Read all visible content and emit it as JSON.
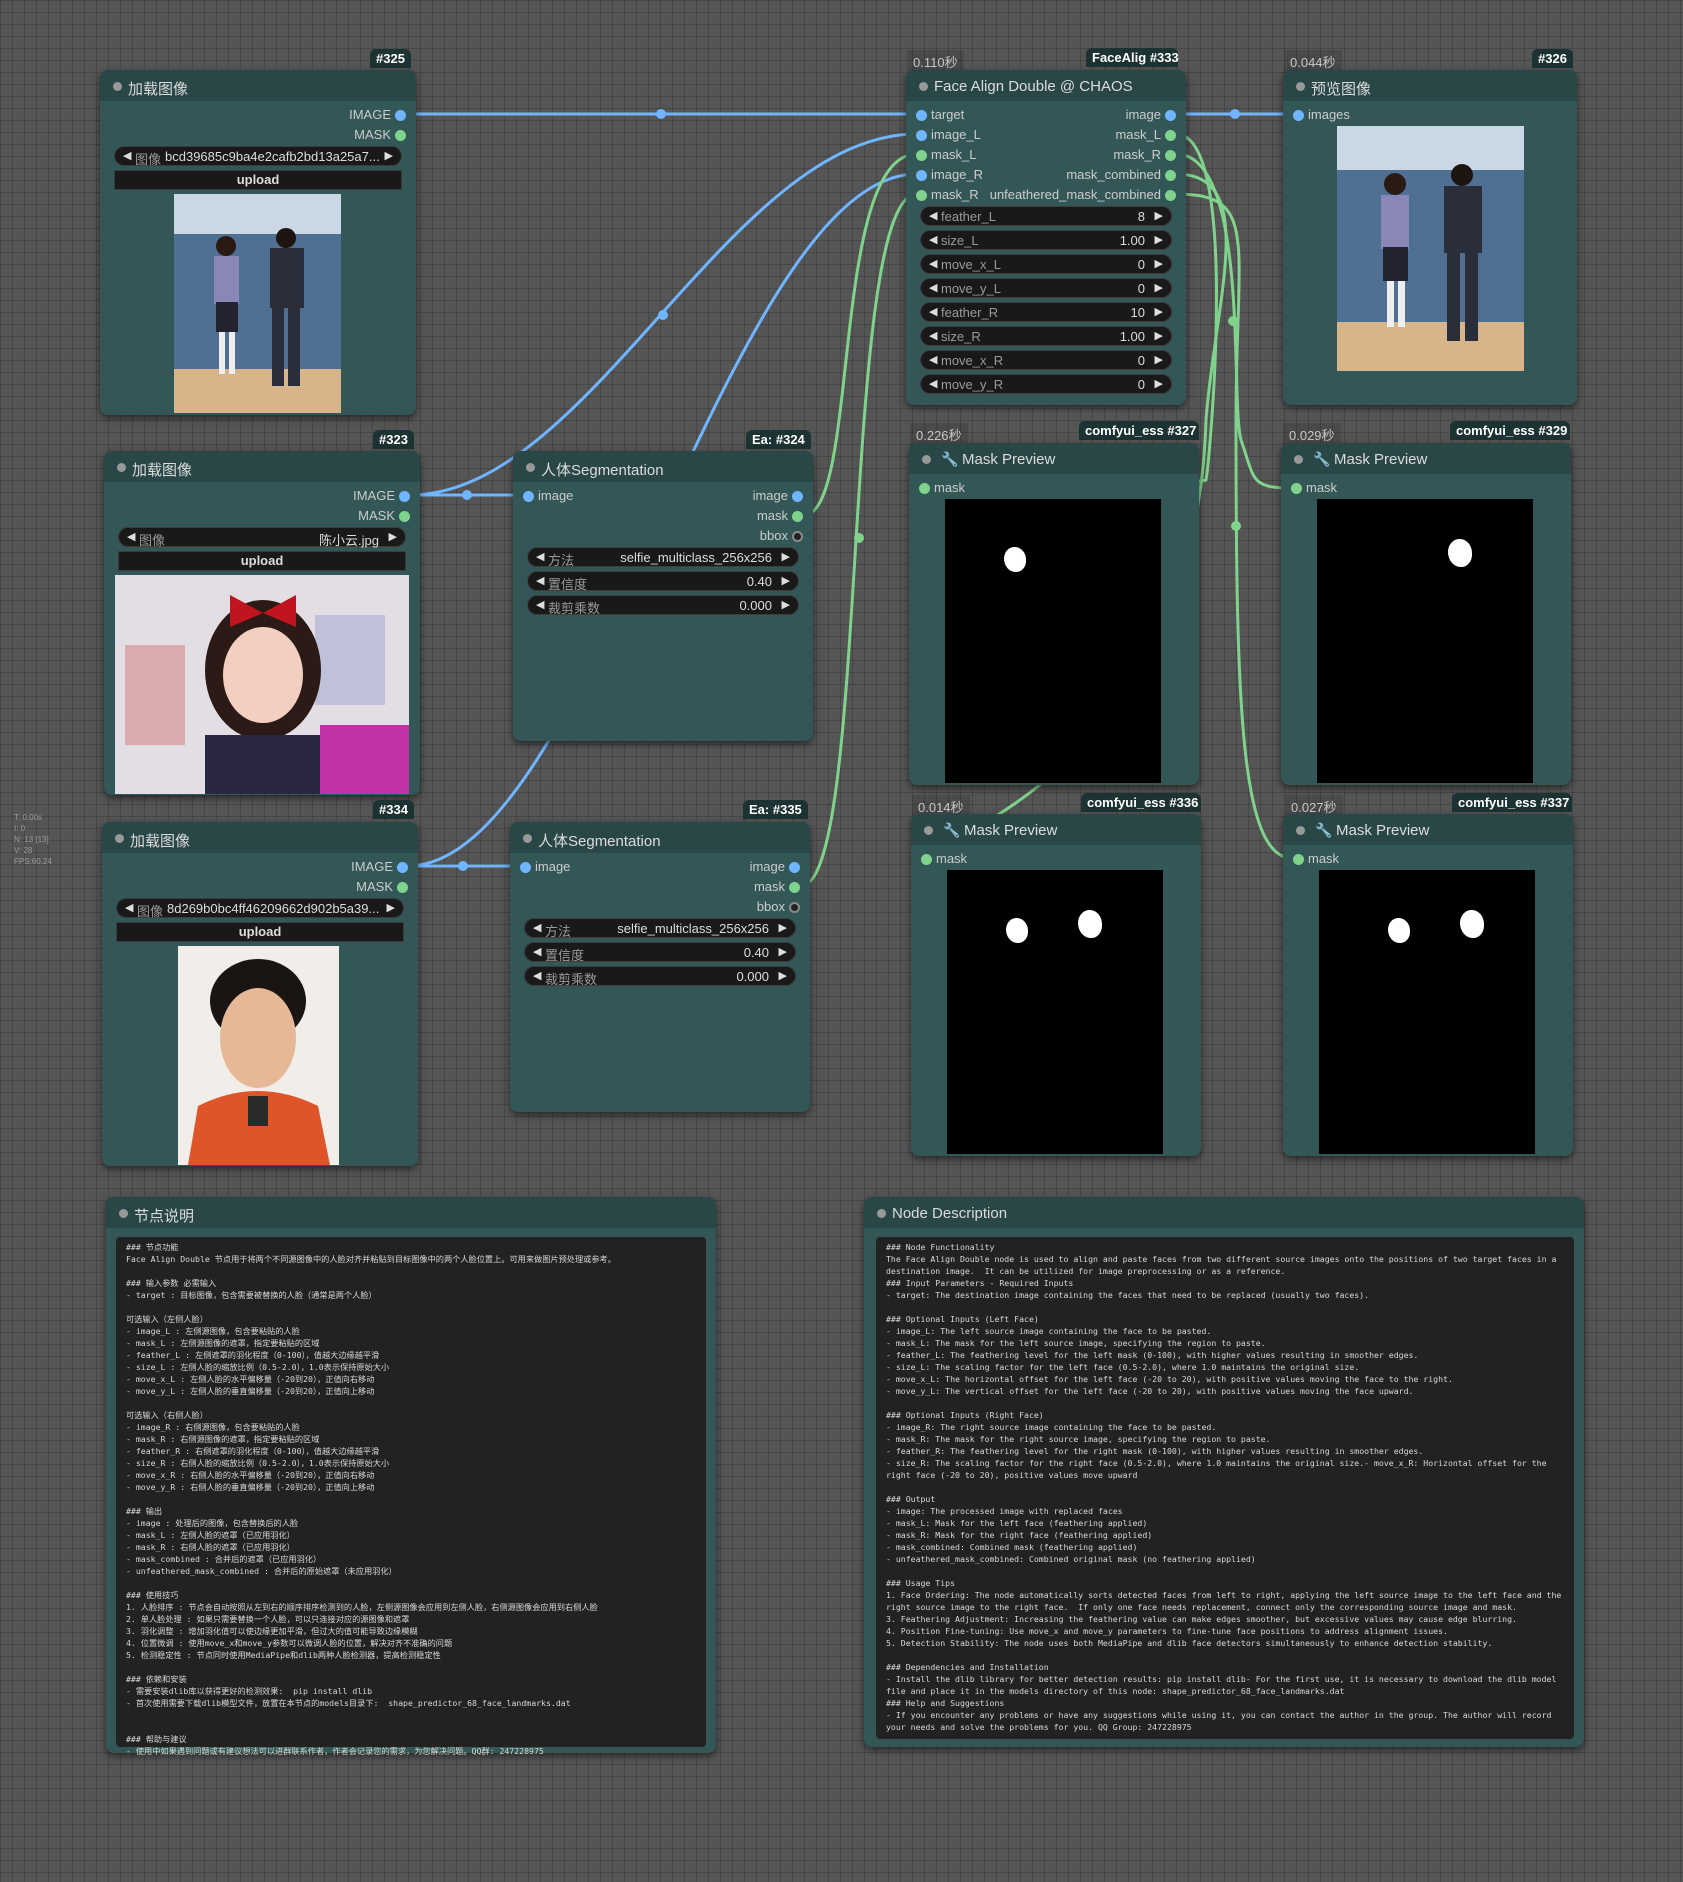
{
  "canvas_stats": [
    "T: 0.00s",
    "I: 0",
    "N: 13 [13]",
    "V: 28",
    "FPS:60.24"
  ],
  "ports": {
    "image_caps": "IMAGE",
    "mask_caps": "MASK",
    "image": "image",
    "mask": "mask",
    "bbox": "bbox",
    "images": "images"
  },
  "upload_label": "upload",
  "load_325": {
    "id": "#325",
    "title": "加载图像",
    "widget_name": "图像",
    "file": "bcd39685c9ba4e2cafb2bd13a25a7..."
  },
  "load_323": {
    "id": "#323",
    "title": "加载图像",
    "widget_name": "图像",
    "file": "陈小云.jpg"
  },
  "load_334": {
    "id": "#334",
    "title": "加载图像",
    "widget_name": "图像",
    "file": "8d269b0bc4ff46209662d902b5a39..."
  },
  "face_align": {
    "id": "#333",
    "time": "0.110秒",
    "tag": "FaceAlig",
    "title": "Face Align Double @ CHAOS",
    "inputs": [
      "target",
      "image_L",
      "mask_L",
      "image_R",
      "mask_R"
    ],
    "outputs": [
      "image",
      "mask_L",
      "mask_R",
      "mask_combined",
      "unfeathered_mask_combined"
    ],
    "params": [
      {
        "name": "feather_L",
        "value": "8"
      },
      {
        "name": "size_L",
        "value": "1.00"
      },
      {
        "name": "move_x_L",
        "value": "0"
      },
      {
        "name": "move_y_L",
        "value": "0"
      },
      {
        "name": "feather_R",
        "value": "10"
      },
      {
        "name": "size_R",
        "value": "1.00"
      },
      {
        "name": "move_x_R",
        "value": "0"
      },
      {
        "name": "move_y_R",
        "value": "0"
      }
    ]
  },
  "preview_326": {
    "id": "#326",
    "time": "0.044秒",
    "title": "预览图像"
  },
  "seg_324": {
    "id": "#324",
    "tag": "Ea:",
    "title": "人体Segmentation",
    "widgets": [
      {
        "name": "方法",
        "value": "selfie_multiclass_256x256"
      },
      {
        "name": "置信度",
        "value": "0.40"
      },
      {
        "name": "裁剪乘数",
        "value": "0.000"
      }
    ]
  },
  "seg_335": {
    "id": "#335",
    "tag": "Ea:",
    "title": "人体Segmentation",
    "widgets": [
      {
        "name": "方法",
        "value": "selfie_multiclass_256x256"
      },
      {
        "name": "置信度",
        "value": "0.40"
      },
      {
        "name": "裁剪乘数",
        "value": "0.000"
      }
    ]
  },
  "mask_327": {
    "id": "#327",
    "time": "0.226秒",
    "tag": "comfyui_ess",
    "title": "Mask Preview"
  },
  "mask_329": {
    "id": "#329",
    "time": "0.029秒",
    "tag": "comfyui_ess",
    "title": "Mask Preview"
  },
  "mask_336": {
    "id": "#336",
    "time": "0.014秒",
    "tag": "comfyui_ess",
    "title": "Mask Preview"
  },
  "mask_337": {
    "id": "#337",
    "time": "0.027秒",
    "tag": "comfyui_ess",
    "title": "Mask Preview"
  },
  "note_cn": {
    "title": "节点说明",
    "text": "### 节点功能\nFace Align Double 节点用于将两个不同源图像中的人脸对齐并粘贴到目标图像中的两个人脸位置上。可用来做图片预处理或参考。\n\n### 输入参数 必需输入\n- target : 目标图像，包含需要被替换的人脸（通常是两个人脸）\n\n可选输入（左侧人脸）\n- image_L : 左侧源图像，包含要粘贴的人脸\n- mask_L : 左侧源图像的遮罩，指定要粘贴的区域\n- feather_L : 左侧遮罩的羽化程度（0-100），值越大边缘越平滑\n- size_L : 左侧人脸的缩放比例（0.5-2.0），1.0表示保持原始大小\n- move_x_L : 左侧人脸的水平偏移量（-20到20），正值向右移动\n- move_y_L : 左侧人脸的垂直偏移量（-20到20），正值向上移动\n\n可选输入（右侧人脸）\n- image_R : 右侧源图像，包含要粘贴的人脸\n- mask_R : 右侧源图像的遮罩，指定要粘贴的区域\n- feather_R : 右侧遮罩的羽化程度（0-100），值越大边缘越平滑\n- size_R : 右侧人脸的缩放比例（0.5-2.0），1.0表示保持原始大小\n- move_x_R : 右侧人脸的水平偏移量（-20到20），正值向右移动\n- move_y_R : 右侧人脸的垂直偏移量（-20到20），正值向上移动\n\n### 输出\n- image : 处理后的图像，包含替换后的人脸\n- mask_L : 左侧人脸的遮罩（已应用羽化）\n- mask_R : 右侧人脸的遮罩（已应用羽化）\n- mask_combined : 合并后的遮罩（已应用羽化）\n- unfeathered_mask_combined : 合并后的原始遮罩（未应用羽化）\n\n### 使用技巧\n1. 人脸排序 : 节点会自动按照从左到右的顺序排序检测到的人脸，左侧源图像会应用到左侧人脸，右侧源图像会应用到右侧人脸\n2. 单人脸处理 : 如果只需要替换一个人脸，可以只连接对应的源图像和遮罩\n3. 羽化调整 : 增加羽化值可以使边缘更加平滑，但过大的值可能导致边缘模糊\n4. 位置微调 : 使用move_x和move_y参数可以微调人脸的位置，解决对齐不准确的问题\n5. 检测稳定性 : 节点同时使用MediaPipe和dlib两种人脸检测器，提高检测稳定性\n\n### 依赖和安装\n- 需要安装dlib库以获得更好的检测效果:  pip install dlib\n- 首次使用需要下载dlib模型文件，放置在本节点的models目录下:  shape_predictor_68_face_landmarks.dat\n\n\n### 帮助与建议\n- 使用中如果遇到问题或有建议想法可以进群联系作者，作者会记录您的需求，为您解决问题。QQ群: 247228975"
  },
  "note_en": {
    "title": "Node Description",
    "text": "### Node Functionality\nThe Face Align Double node is used to align and paste faces from two different source images onto the positions of two target faces in a destination image.  It can be utilized for image preprocessing or as a reference.\n### Input Parameters - Required Inputs\n- target: The destination image containing the faces that need to be replaced (usually two faces).\n\n### Optional Inputs (Left Face)\n- image_L: The left source image containing the face to be pasted.\n- mask_L: The mask for the left source image, specifying the region to paste.\n- feather_L: The feathering level for the left mask (0-100), with higher values resulting in smoother edges.\n- size_L: The scaling factor for the left face (0.5-2.0), where 1.0 maintains the original size.\n- move_x_L: The horizontal offset for the left face (-20 to 20), with positive values moving the face to the right.\n- move_y_L: The vertical offset for the left face (-20 to 20), with positive values moving the face upward.\n\n### Optional Inputs (Right Face)\n- image_R: The right source image containing the face to be pasted.\n- mask_R: The mask for the right source image, specifying the region to paste.\n- feather_R: The feathering level for the right mask (0-100), with higher values resulting in smoother edges.\n- size_R: The scaling factor for the right face (0.5-2.0), where 1.0 maintains the original size.- move_x_R: Horizontal offset for the right face (-20 to 20), positive values move upward\n\n### Output\n- image: The processed image with replaced faces\n- mask_L: Mask for the left face (feathering applied)\n- mask_R: Mask for the right face (feathering applied)\n- mask_combined: Combined mask (feathering applied)\n- unfeathered_mask_combined: Combined original mask (no feathering applied)\n\n### Usage Tips\n1. Face Ordering: The node automatically sorts detected faces from left to right, applying the left source image to the left face and the right source image to the right face.  If only one face needs replacement, connect only the corresponding source image and mask.\n3. Feathering Adjustment: Increasing the feathering value can make edges smoother, but excessive values may cause edge blurring.\n4. Position Fine-tuning: Use move_x and move_y parameters to fine-tune face positions to address alignment issues.\n5. Detection Stability: The node uses both MediaPipe and dlib face detectors simultaneously to enhance detection stability.\n\n### Dependencies and Installation\n- Install the dlib library for better detection results: pip install dlib- For the first use, it is necessary to download the dlib model file and place it in the models directory of this node: shape_predictor_68_face_landmarks.dat\n### Help and Suggestions\n- If you encounter any problems or have any suggestions while using it, you can contact the author in the group. The author will record your needs and solve the problems for you. QQ Group: 247228975"
  },
  "colors": {
    "canvas": "#555555",
    "node_body": "#335757",
    "node_header": "#294747",
    "image_link": "#6fb5ff",
    "mask_link": "#7fd38c"
  }
}
